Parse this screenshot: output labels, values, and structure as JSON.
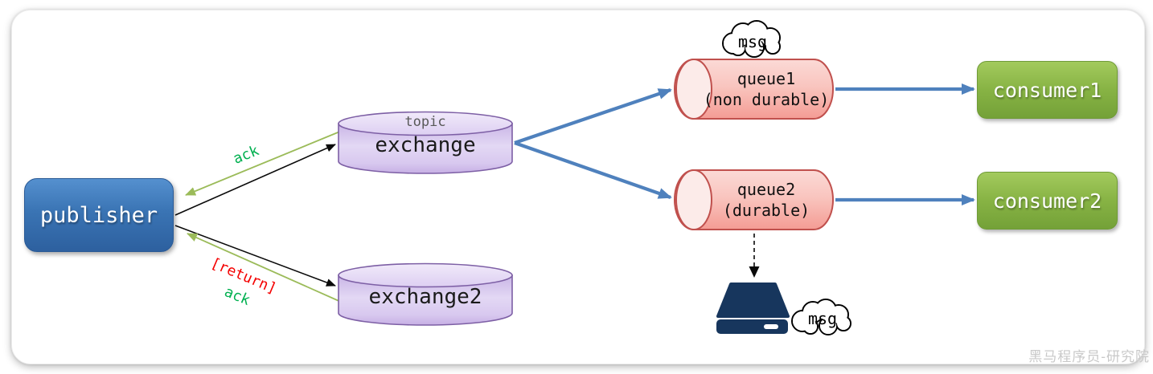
{
  "diagram": {
    "nodes": {
      "publisher": {
        "label": "publisher"
      },
      "exchange1": {
        "type_label": "topic",
        "label": "exchange"
      },
      "exchange2": {
        "label": "exchange2"
      },
      "queue1": {
        "name": "queue1",
        "durability": "(non durable)"
      },
      "queue2": {
        "name": "queue2",
        "durability": "(durable)"
      },
      "consumer1": {
        "label": "consumer1"
      },
      "consumer2": {
        "label": "consumer2"
      }
    },
    "edge_labels": {
      "ack_top": "ack",
      "return": "[return]",
      "ack_bottom": "ack"
    },
    "clouds": {
      "queue1_msg": "msg",
      "disk_msg": "msg"
    },
    "colors": {
      "publisher_blue": "#3a74b4",
      "consumer_green": "#87b344",
      "exchange_fill": "#d9c9f0",
      "exchange_border": "#7d5fa5",
      "queue_fill": "#f8bcb6",
      "queue_border": "#c0504d",
      "arrow_blue": "#4f81bd",
      "arrow_green": "#9bbb59",
      "ack_green": "#00b050",
      "return_red": "#f40000",
      "disk_navy": "#17365d"
    },
    "watermark": "黑马程序员-研究院"
  }
}
